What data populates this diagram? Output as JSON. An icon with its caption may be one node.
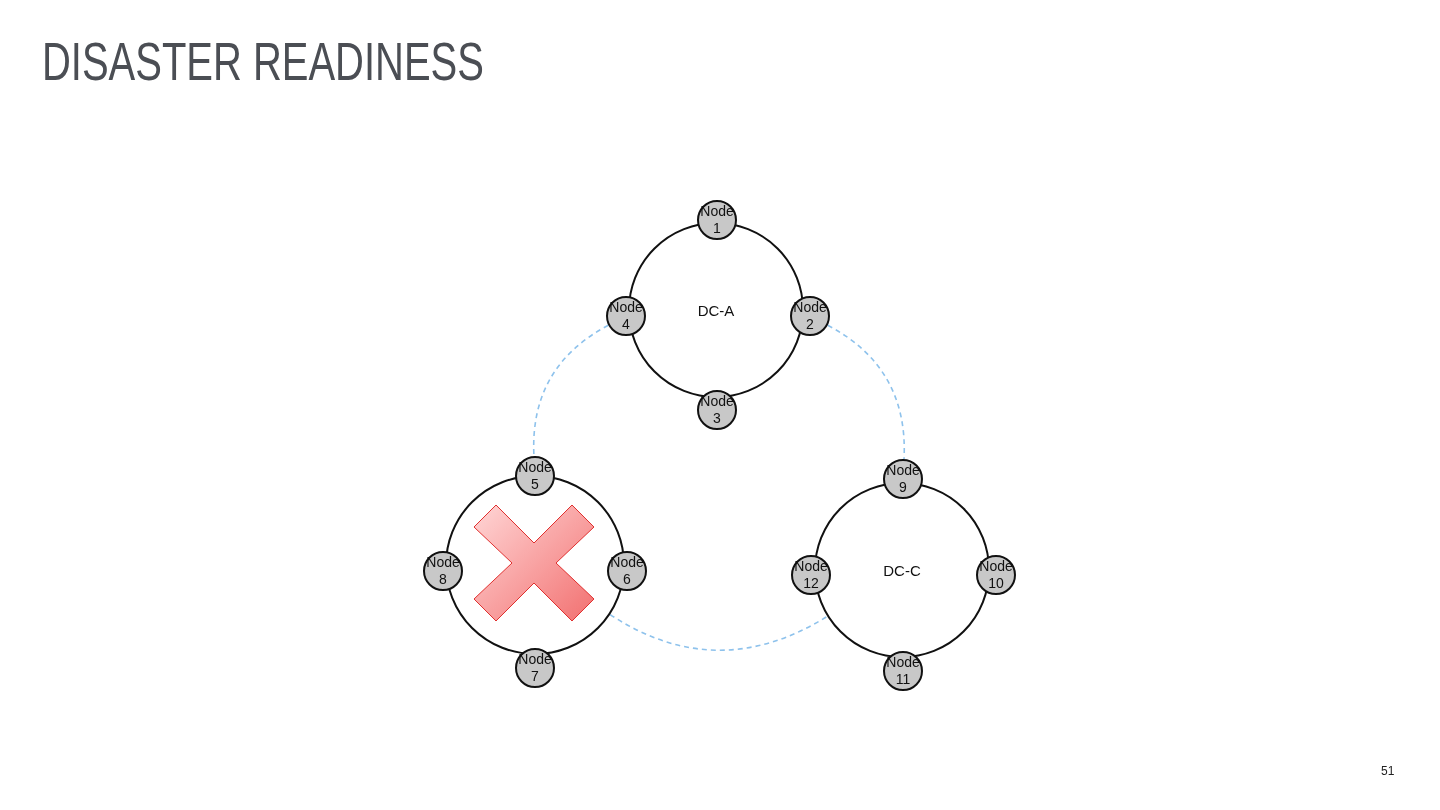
{
  "diagram": {
    "title": "DISASTER READINESS",
    "nodes": [
      {
        "text": [
          "DC-A"
        ]
      },
      {
        "text": [
          "Node 1"
        ]
      },
      {
        "text": [
          "Node 2"
        ]
      },
      {
        "text": [
          "Node 3"
        ]
      },
      {
        "text": [
          "Node 4"
        ]
      },
      {
        "text": [],
        "shape": "circle"
      },
      {
        "text": [
          "Node 5"
        ]
      },
      {
        "text": [
          "Node 6"
        ]
      },
      {
        "text": [
          "Node 7"
        ]
      },
      {
        "text": [
          "Node 8"
        ]
      },
      {
        "text": [
          "DC-C"
        ]
      },
      {
        "text": [
          "Node 9"
        ]
      },
      {
        "text": [
          "Node 10"
        ]
      },
      {
        "text": [
          "Node 11"
        ]
      },
      {
        "text": [
          "Node 12"
        ]
      }
    ],
    "edges": [
      {
        "from": 4,
        "to": 6,
        "arrow": "none",
        "style": "dashed"
      },
      {
        "from": 2,
        "to": 11,
        "arrow": "none",
        "style": "dashed"
      },
      {
        "from": 5,
        "to": 10,
        "arrow": "none",
        "style": "dashed"
      }
    ],
    "labels": [
      "51"
    ]
  }
}
